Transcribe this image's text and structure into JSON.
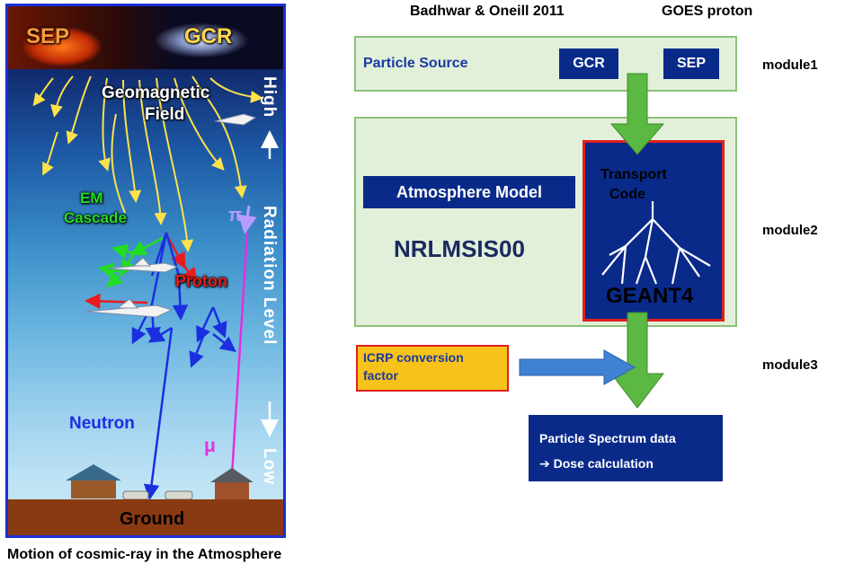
{
  "left_panel": {
    "sep_label": "SEP",
    "gcr_label": "GCR",
    "geomagnetic_label_1": "Geomagnetic",
    "geomagnetic_label_2": "Field",
    "em_label_1": "EM",
    "em_label_2": "Cascade",
    "proton_label": "Proton",
    "pi_label": "π",
    "neutron_label": "Neutron",
    "mu_label": "μ",
    "ground_label": "Ground",
    "scale_high": "High",
    "scale_mid": "Radiation Level",
    "scale_low": "Low",
    "caption": "Motion of cosmic-ray in the Atmosphere",
    "colors": {
      "proton": "#e81c1c",
      "neutron": "#1b2fe0",
      "em": "#22dd22",
      "muon": "#e62ee0",
      "pion": "#b79cff",
      "field": "#ffe24a"
    }
  },
  "flowchart": {
    "top_label_left": "Badhwar & Oneill 2011",
    "top_label_right": "GOES proton",
    "particle_source": "Particle Source",
    "gcr_button": "GCR",
    "sep_button": "SEP",
    "atmosphere_model": "Atmosphere Model",
    "nrlmsis": "NRLMSIS00",
    "transport_code_1": "Transport",
    "transport_code_2": "Code",
    "geant4": "GEANT4",
    "icrp_1": "ICRP conversion",
    "icrp_2": "factor",
    "spectrum_1": "Particle Spectrum data",
    "spectrum_2": "➔ Dose calculation",
    "module1": "module1",
    "module2": "module2",
    "module3": "module3",
    "colors": {
      "module_fill": "#e2f0da",
      "module_border": "#8cc27a",
      "navy": "#0a2a8a",
      "arrow_green": "#5bb842",
      "arrow_blue": "#3f82d4",
      "icrp_fill": "#f7c21a",
      "geant_border": "#e02020"
    }
  }
}
